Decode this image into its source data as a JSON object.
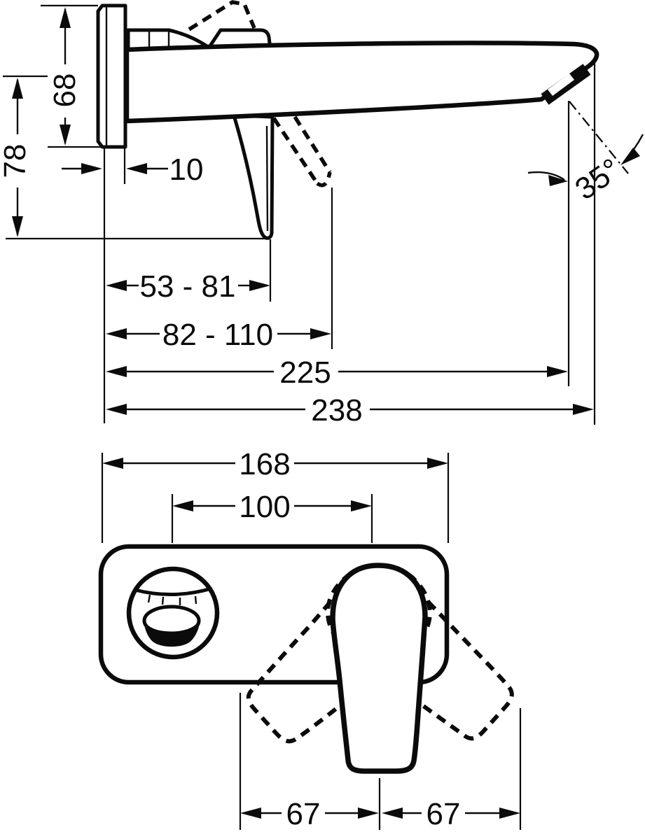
{
  "colors": {
    "line": "#0b0b0b",
    "background": "#ffffff"
  },
  "side_view": {
    "escutcheon_height": "68",
    "outlet_to_lever_height": "78",
    "escutcheon_depth": "10",
    "lever_projection_closed": "53 - 81",
    "lever_projection_open": "82 - 110",
    "reach_to_aerator": "225",
    "total_spout_reach": "238",
    "spray_angle": "35°"
  },
  "front_view": {
    "escutcheon_width": "168",
    "spout_to_handle_distance": "100",
    "handle_swing_left": "67",
    "handle_swing_right": "67"
  }
}
